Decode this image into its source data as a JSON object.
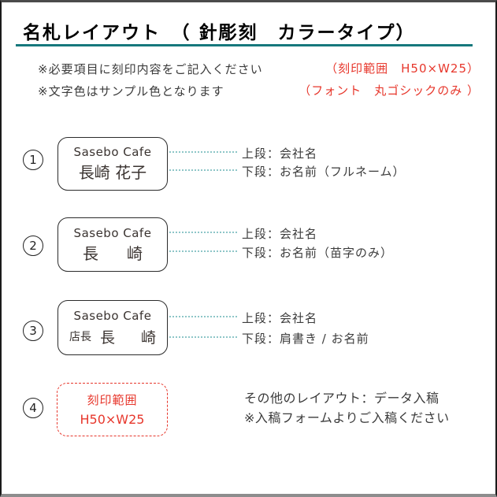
{
  "header": {
    "title": "名札レイアウト　（ 針彫刻　カラータイプ）",
    "notes": {
      "note1": "※必要項目に刻印内容をご記入ください",
      "note2": "※文字色はサンプル色となります"
    },
    "red_notes": {
      "note1": "（刻印範囲　H50×W25）",
      "note2": "（フォント　丸ゴシックのみ ）"
    }
  },
  "colors": {
    "accent_teal": "#16787c",
    "leader_dot_teal": "#8ec6c8",
    "sample_red": "#e7372c",
    "body_text": "#3b3b3b"
  },
  "rows": [
    {
      "number": "1",
      "badge": {
        "company": "Sasebo Cafe",
        "name": "長崎 花子"
      },
      "labels": {
        "top": "上段：会社名",
        "bottom": "下段：お名前（フルネーム）"
      }
    },
    {
      "number": "2",
      "badge": {
        "company": "Sasebo Cafe",
        "name": "長　崎"
      },
      "labels": {
        "top": "上段：会社名",
        "bottom": "下段：お名前（苗字のみ）"
      }
    },
    {
      "number": "3",
      "badge": {
        "company": "Sasebo Cafe",
        "role": "店長",
        "name": "長　崎"
      },
      "labels": {
        "top": "上段：会社名",
        "bottom": "下段：肩書き / お名前"
      }
    },
    {
      "number": "4",
      "stamp_area": {
        "line1": "刻印範囲",
        "line2": "H50×W25"
      },
      "info": {
        "line1": "その他のレイアウト：データ入稿",
        "line2": "※入稿フォームよりご入稿ください"
      }
    }
  ]
}
